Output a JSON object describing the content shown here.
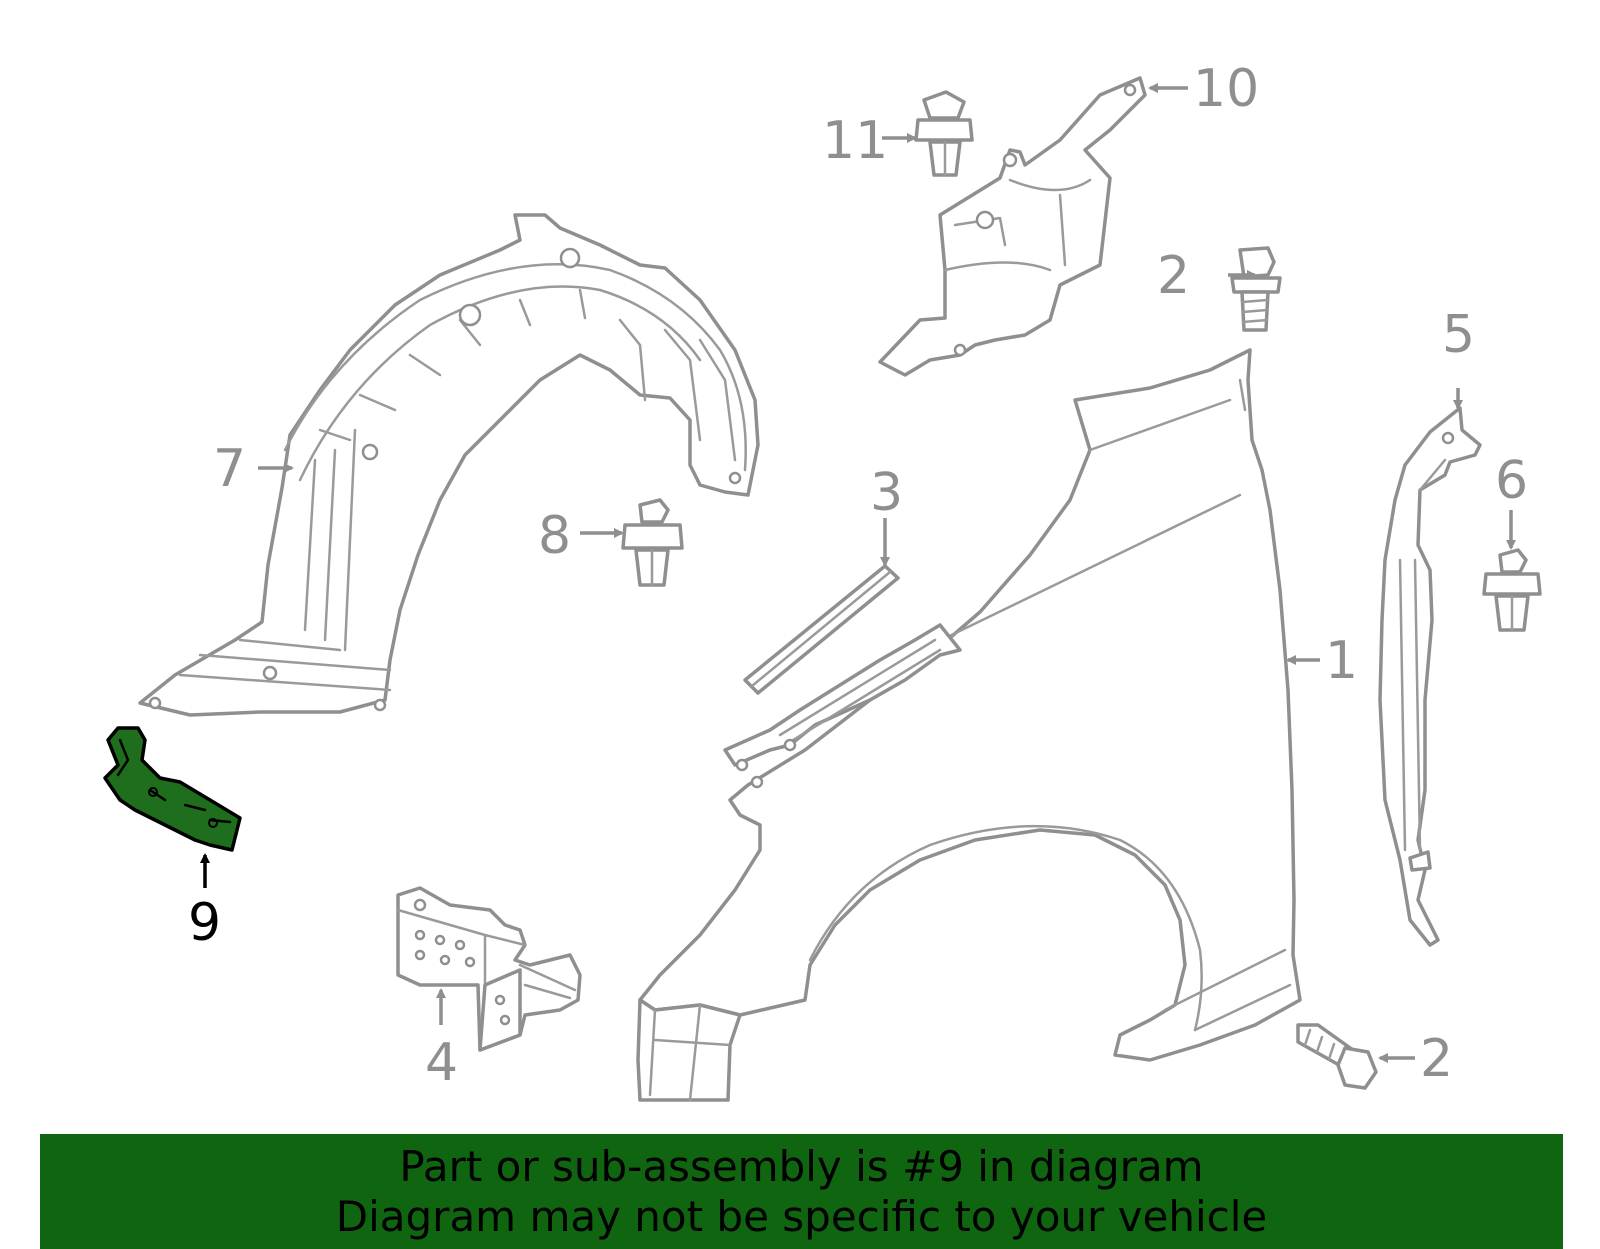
{
  "colors": {
    "highlight_part": "#1e6e1e",
    "banner_background": "#106510",
    "line_gray": "#8f8f8f",
    "active_text": "#000000"
  },
  "callouts": {
    "c1": "1",
    "c2a": "2",
    "c2b": "2",
    "c3": "3",
    "c4": "4",
    "c5": "5",
    "c6": "6",
    "c7": "7",
    "c8": "8",
    "c9": "9",
    "c10": "10",
    "c11": "11"
  },
  "highlighted_callout": "9",
  "banner": {
    "line1": "Part or sub-assembly is #9 in diagram",
    "line2": "Diagram may not be specific to your vehicle"
  }
}
